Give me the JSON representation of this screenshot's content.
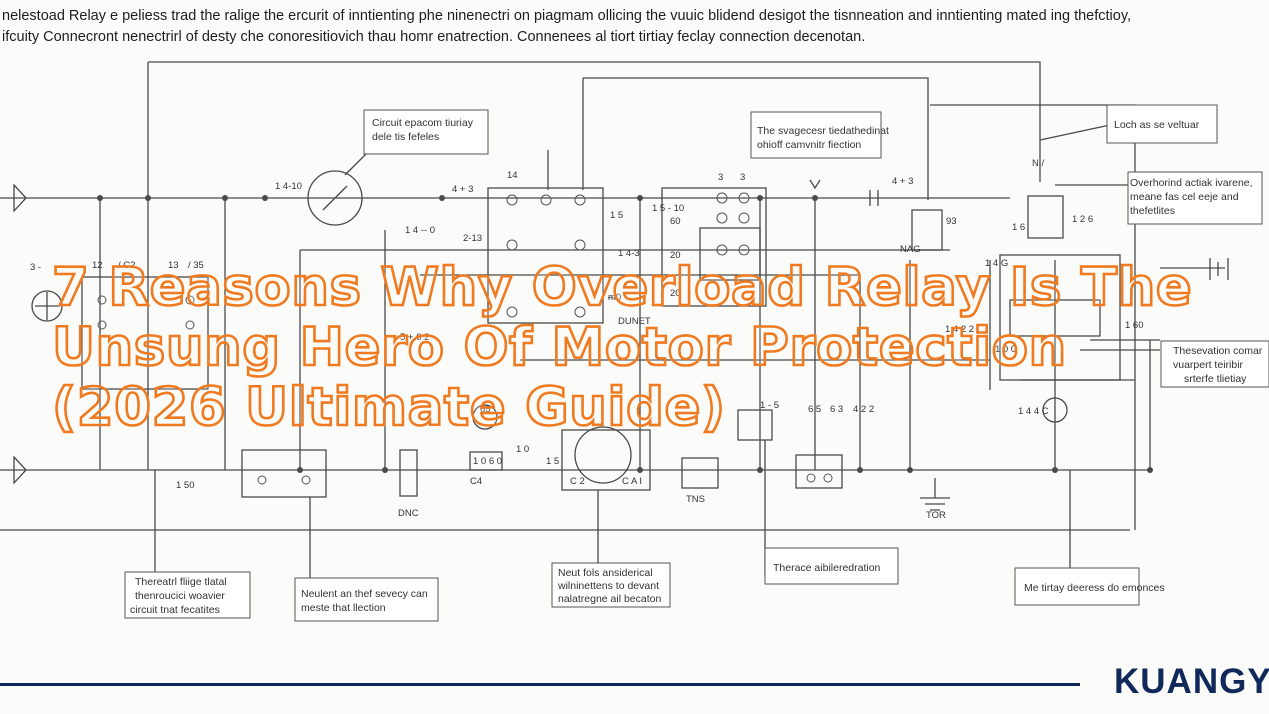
{
  "intro": {
    "line1": "nelestoad Relay e peliess trad the ralige the ercurit of inntienting phe ninenectri on piagmam ollicing the vuuic blidend desigot the tisnneation and inntienting mated ing thefctioy,",
    "line2": "ifcuity Connecront nenectrirl of desty che conoresitiovich thau homr enatrection. Connenees al tiort tirtiay feclay connection decenotan."
  },
  "title": "7 Reasons Why Overload Relay Is The\nUnsung Hero Of Motor Protection\n(2026 Ultimate Guide)",
  "brand": "KUANGY",
  "colors": {
    "title_orange": "#f07a1f",
    "brand_navy": "#10295a",
    "line": "#4a4a4a"
  },
  "callouts": [
    {
      "id": "c1",
      "lines": [
        "Circuit epacom tiuriay",
        "dele tis fefeles"
      ]
    },
    {
      "id": "c2",
      "lines": [
        "The svagecesr tiedathedinat",
        "ohioff camvnitr fiection"
      ]
    },
    {
      "id": "c3",
      "lines": [
        "Loch as se veltuar"
      ]
    },
    {
      "id": "c4",
      "lines": [
        "Overhorind actiak ivarene,",
        "meane fas cel eeje and",
        "thefetlites"
      ]
    },
    {
      "id": "c5",
      "lines": [
        "Thesevation comar",
        "vuarpert teiribir",
        "srterfe tlietiay"
      ]
    },
    {
      "id": "c6",
      "lines": [
        "Thereatrl fliige tlatal",
        "thenroucici woavier",
        "circuit tnat fecatites"
      ]
    },
    {
      "id": "c7",
      "lines": [
        "Neulent an thef sevecy can",
        "meste that llection"
      ]
    },
    {
      "id": "c8",
      "lines": [
        "Neut fols ansiderical",
        "wilninettens to devant",
        "nalatregne ail becaton"
      ]
    },
    {
      "id": "c9",
      "lines": [
        "Therace aibileredration"
      ]
    },
    {
      "id": "c10",
      "lines": [
        "Me tirtay deeress do emonces"
      ]
    }
  ],
  "labels": [
    {
      "id": "l1",
      "text": "1 4-10"
    },
    {
      "id": "l2",
      "text": "4 + 3"
    },
    {
      "id": "l3",
      "text": "14"
    },
    {
      "id": "l4",
      "text": "1 5"
    },
    {
      "id": "l5",
      "text": "2-13"
    },
    {
      "id": "l6",
      "text": "1 4 -- 0"
    },
    {
      "id": "l7",
      "text": "1 4-3"
    },
    {
      "id": "l8",
      "text": "ᵯ0"
    },
    {
      "id": "l9",
      "text": "3 -"
    },
    {
      "id": "l10",
      "text": "12"
    },
    {
      "id": "l11",
      "text": "/ C2"
    },
    {
      "id": "l12",
      "text": "13"
    },
    {
      "id": "l13",
      "text": "/ 35"
    },
    {
      "id": "l14",
      "text": "3"
    },
    {
      "id": "l15",
      "text": "3"
    },
    {
      "id": "l16",
      "text": "1 5 - 10"
    },
    {
      "id": "l17",
      "text": "60"
    },
    {
      "id": "l18",
      "text": "20"
    },
    {
      "id": "l19",
      "text": "20"
    },
    {
      "id": "l20",
      "text": "4 + 3"
    },
    {
      "id": "l21",
      "text": "93"
    },
    {
      "id": "l22",
      "text": "NAG"
    },
    {
      "id": "l23",
      "text": "N /"
    },
    {
      "id": "l24",
      "text": "1 6"
    },
    {
      "id": "l25",
      "text": "1 2 6"
    },
    {
      "id": "l26",
      "text": "1 4 G"
    },
    {
      "id": "l27",
      "text": "1 4 2 2"
    },
    {
      "id": "l28",
      "text": "1 0 0"
    },
    {
      "id": "l29",
      "text": "1 60"
    },
    {
      "id": "l30",
      "text": "1 4 4 C"
    },
    {
      "id": "l31",
      "text": "5 + 6 2"
    },
    {
      "id": "l32",
      "text": "DUNET"
    },
    {
      "id": "l33",
      "text": "65"
    },
    {
      "id": "l34",
      "text": "1 0 6 0"
    },
    {
      "id": "l35",
      "text": "1 0"
    },
    {
      "id": "l36",
      "text": "1 5"
    },
    {
      "id": "l37",
      "text": "C4"
    },
    {
      "id": "l38",
      "text": "C A I"
    },
    {
      "id": "l39",
      "text": "C 2"
    },
    {
      "id": "l40",
      "text": "6 5"
    },
    {
      "id": "l41",
      "text": "6 3"
    },
    {
      "id": "l42",
      "text": "4 2 2"
    },
    {
      "id": "l43",
      "text": "1 50"
    },
    {
      "id": "l44",
      "text": "DNC"
    },
    {
      "id": "l45",
      "text": "TNS"
    },
    {
      "id": "l46",
      "text": "TOR"
    },
    {
      "id": "l47",
      "text": "1 - 5"
    }
  ]
}
